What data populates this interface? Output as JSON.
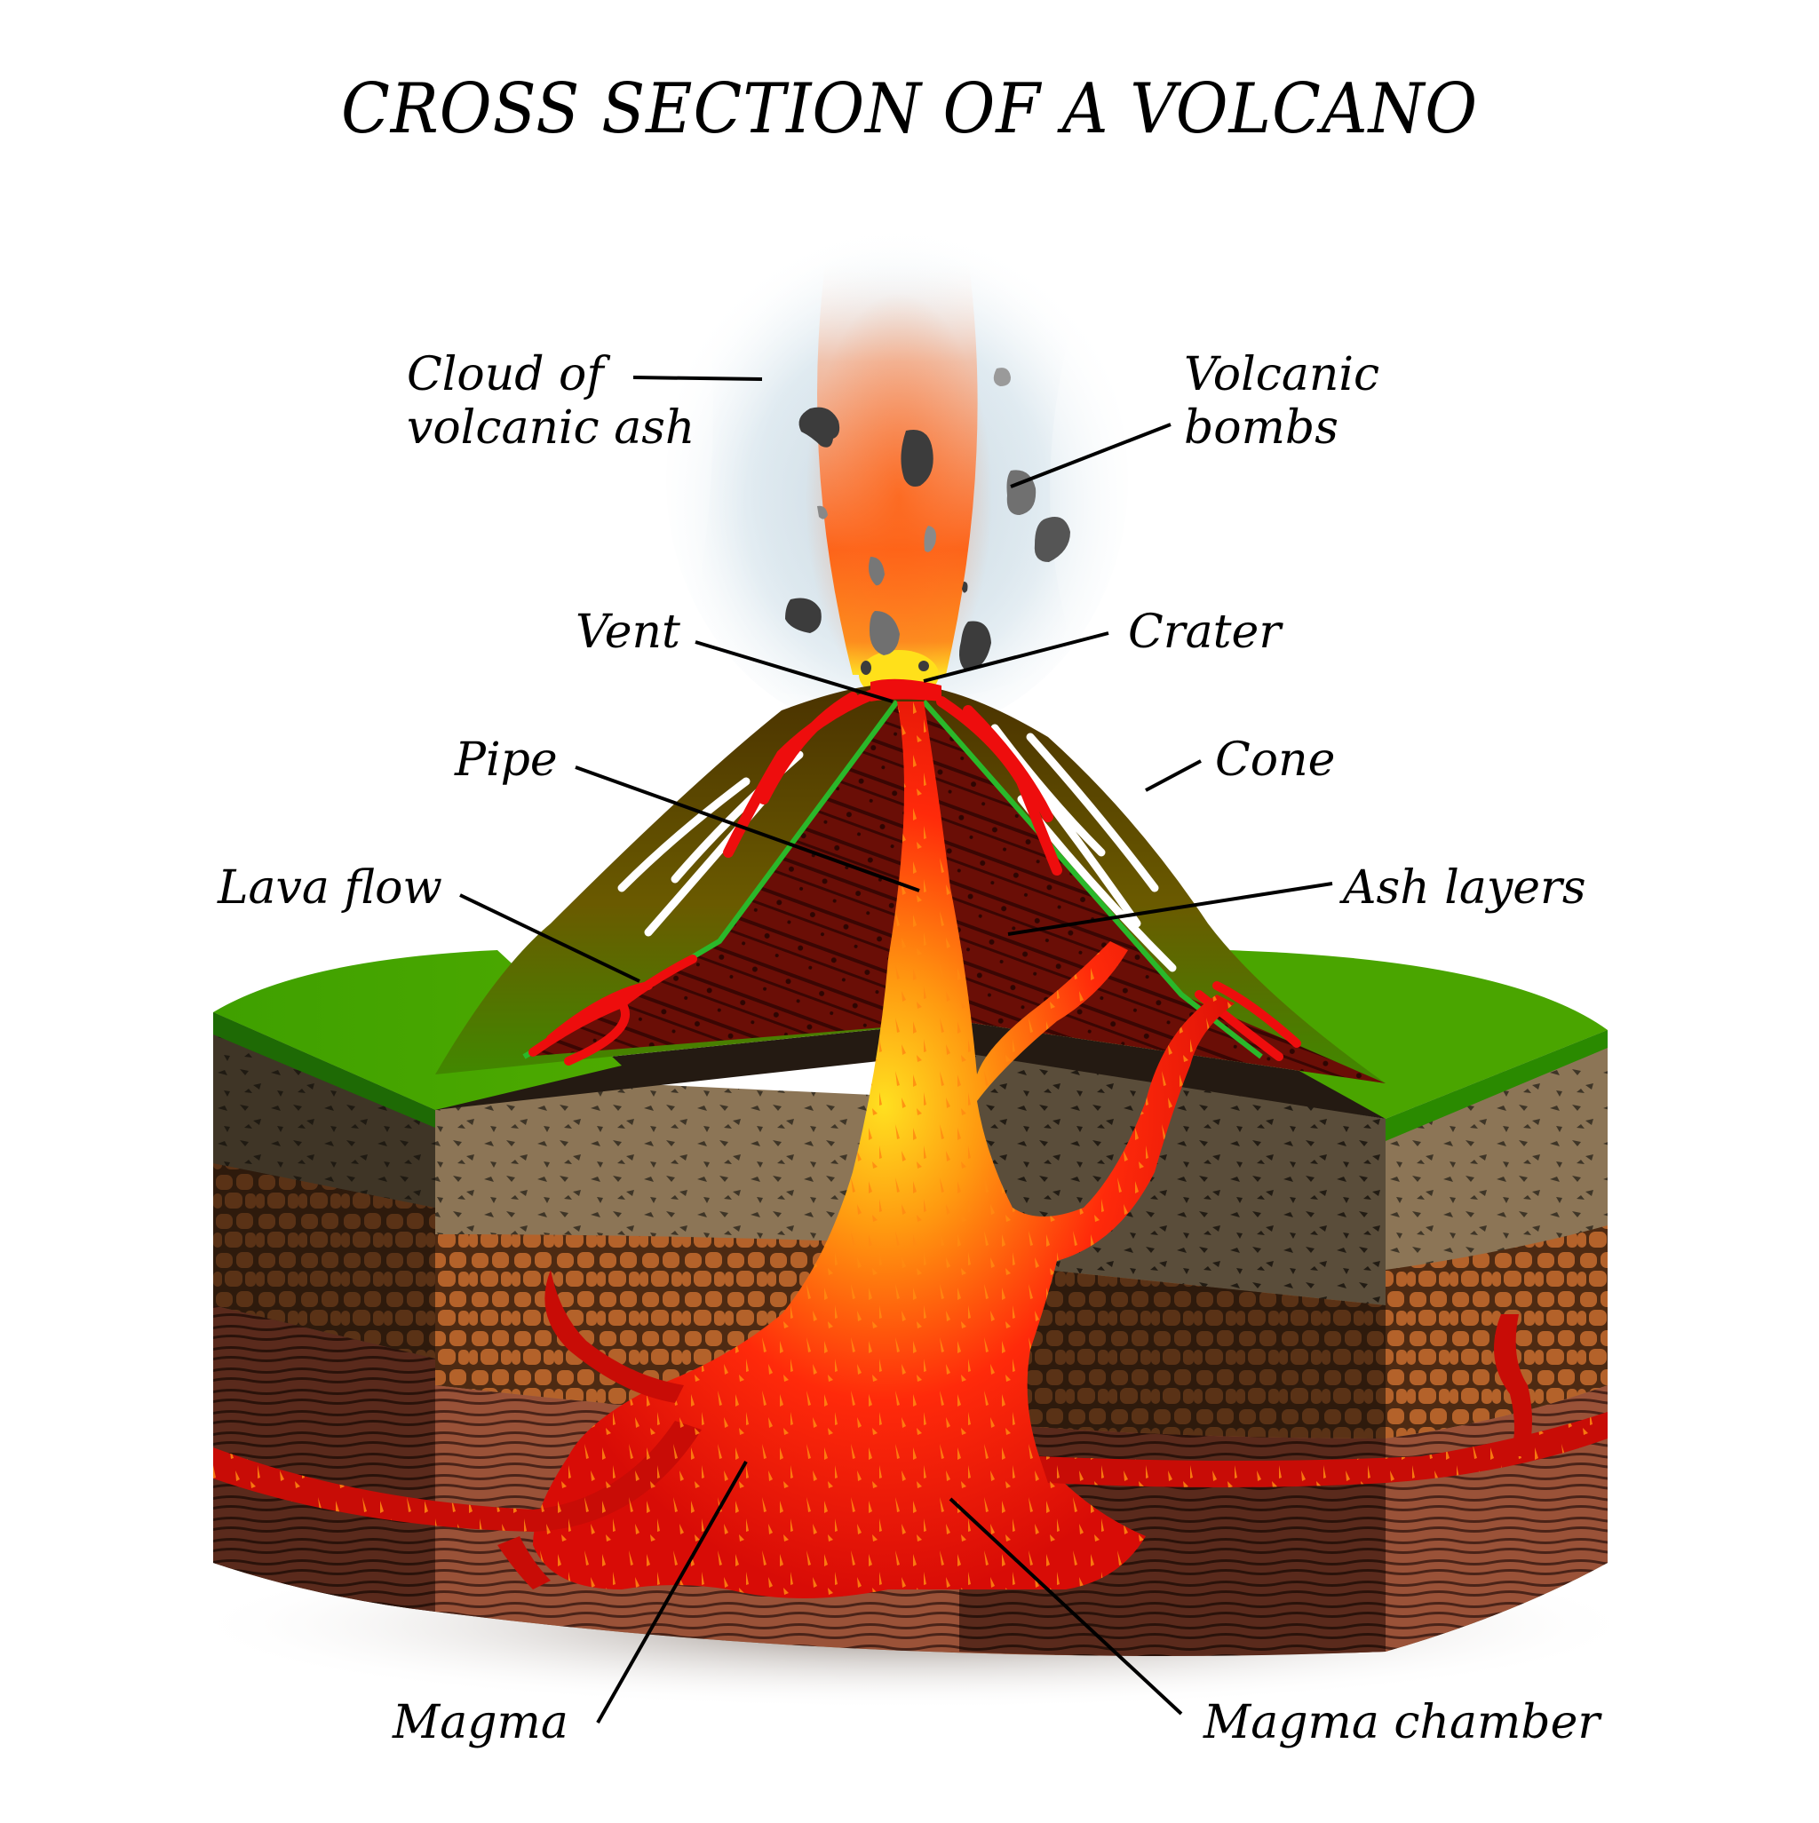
{
  "title": "CROSS SECTION OF A VOLCANO",
  "labels": {
    "cloud_line1": "Cloud of",
    "cloud_line2": "volcanic ash",
    "bombs_line1": "Volcanic",
    "bombs_line2": "bombs",
    "vent": "Vent",
    "crater": "Crater",
    "pipe": "Pipe",
    "cone": "Cone",
    "lava_flow": "Lava flow",
    "ash_layers": "Ash layers",
    "magma": "Magma",
    "magma_chamber": "Magma chamber"
  },
  "colors": {
    "grass": "#4aa500",
    "grass_dark": "#1e6a05",
    "cone_top": "#5a3c00",
    "cone_bottom": "#4e8a00",
    "ash_layers": "#5a0d05",
    "lava": "#e8160a",
    "magma_glow": "#ffd21a",
    "soil_gravel": "#8c7556",
    "soil_gravel_dark": "#3e3527",
    "soil_cobble": "#b4622a",
    "soil_cobble_dark": "#4e2a12",
    "bedrock": "#8e4a33",
    "bedrock_dark": "#4a2318",
    "plume_orange": "#ff5a0a",
    "smoke": "#d8e6ee",
    "bomb_dark": "#3c3c3c",
    "bomb_light": "#707070"
  }
}
